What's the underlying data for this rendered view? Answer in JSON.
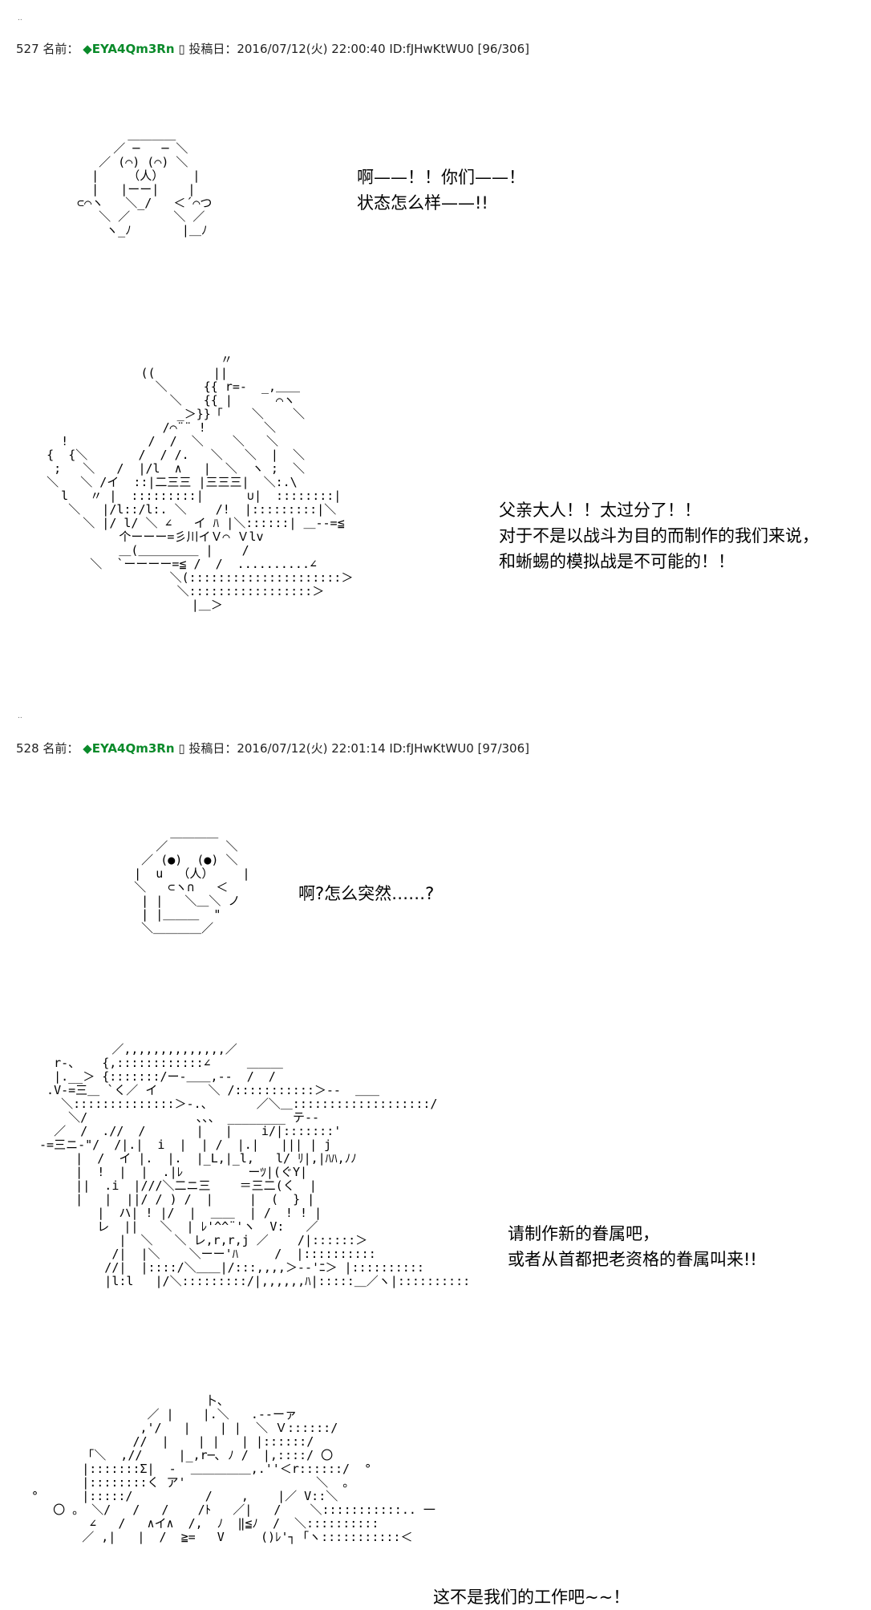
{
  "posts": [
    {
      "header": {
        "number": "527",
        "name_label": "名前：",
        "trip": "◆EYA4Qm3Rn",
        "rest": "▯ 投稿日：2016/07/12(火) 22:00:40 ID:fJHwKtWU0 [96/306]"
      },
      "panels": [
        {
          "lines": [
            "啊——！！你们——！",
            "状态怎么样——!!"
          ]
        },
        {
          "lines": [
            "父亲大人！！太过分了！！",
            "对于不是以战斗为目的而制作的我们来说，",
            "和蜥蜴的模拟战是不可能的！！"
          ]
        }
      ]
    },
    {
      "header": {
        "number": "528",
        "name_label": "名前：",
        "trip": "◆EYA4Qm3Rn",
        "rest": "▯ 投稿日：2016/07/12(火) 22:01:14 ID:fJHwKtWU0 [97/306]"
      },
      "panels": [
        {
          "lines": [
            "啊?怎么突然……?"
          ]
        },
        {
          "lines": [
            "请制作新的眷属吧，",
            "或者从首都把老资格的眷属叫来!!"
          ]
        },
        {
          "lines": [
            "这不是我们的工作吧~~！"
          ]
        }
      ]
    }
  ],
  "separator": ".."
}
